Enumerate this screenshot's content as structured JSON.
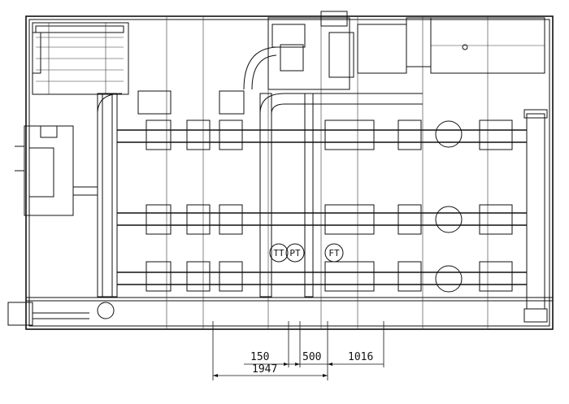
{
  "instrument_tags": [
    "TT",
    "PT",
    "FT"
  ],
  "dimensions": {
    "d150": "150",
    "d500": "500",
    "d1016": "1016",
    "d1947": "1947"
  }
}
